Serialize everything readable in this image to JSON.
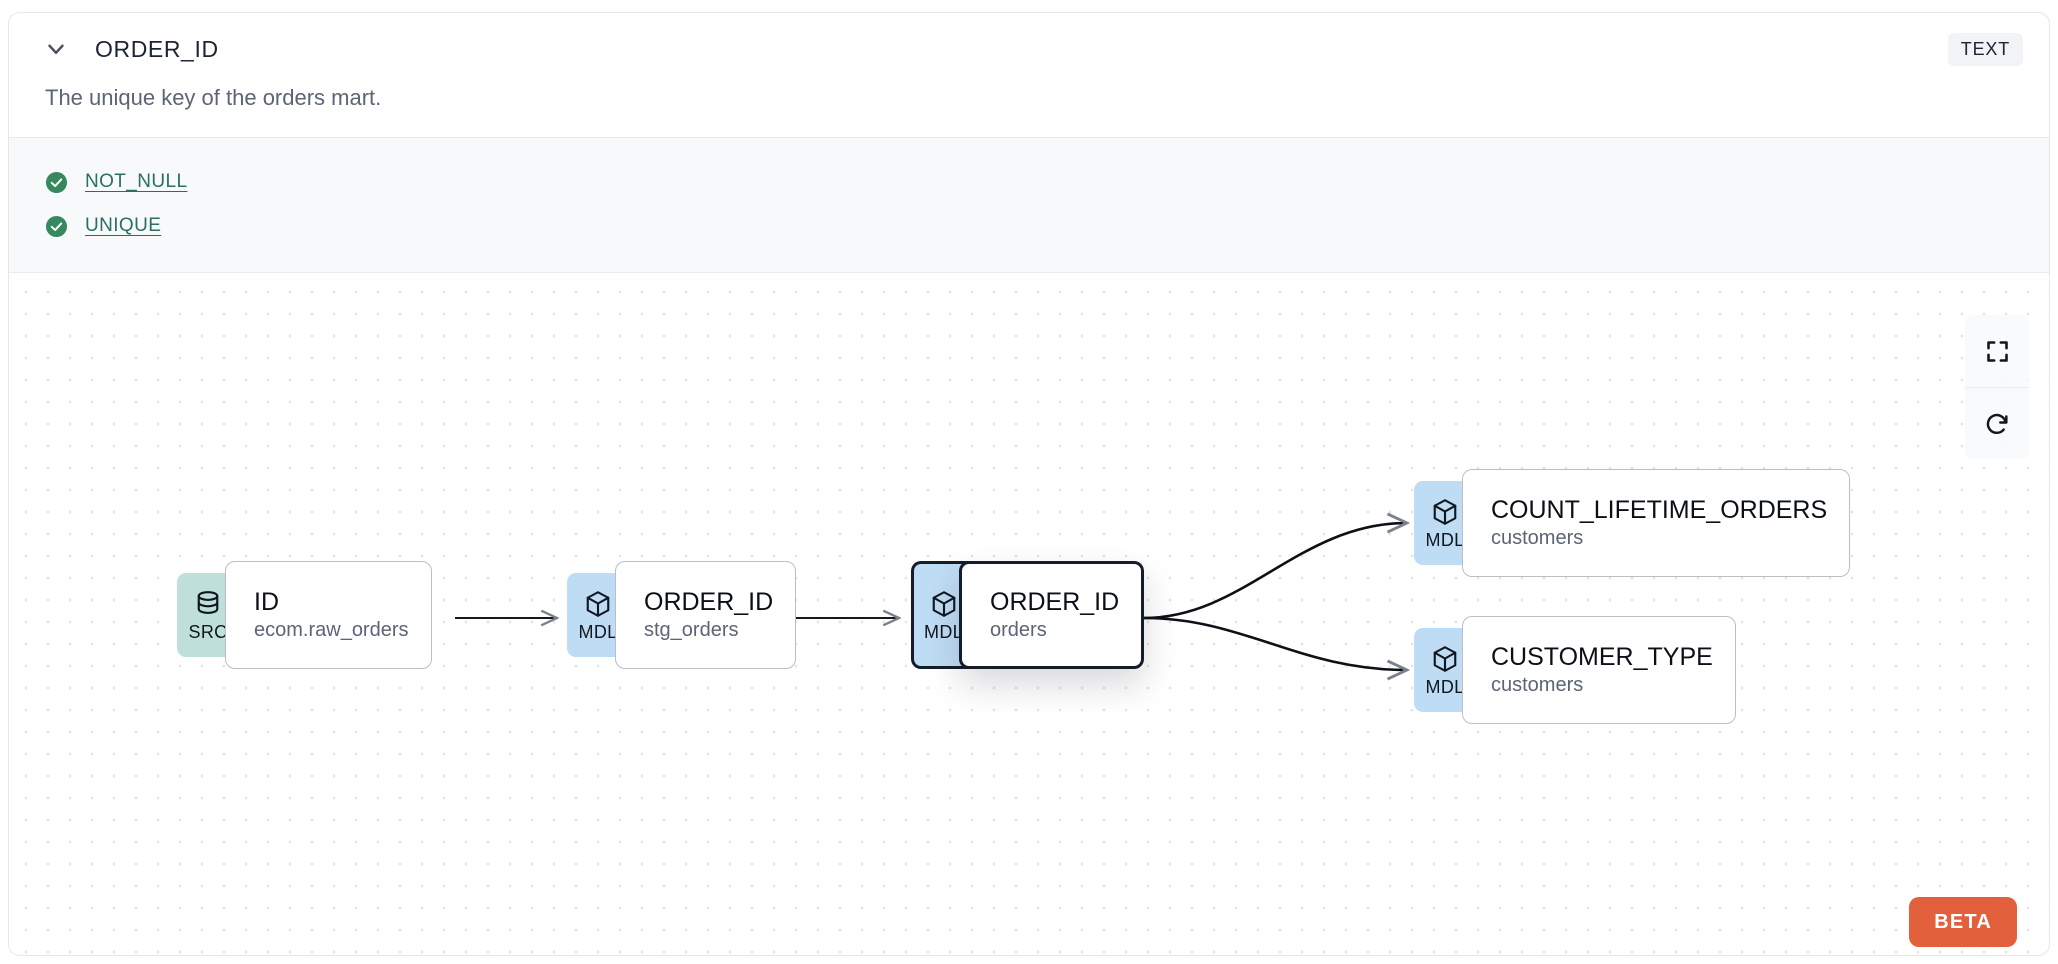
{
  "header": {
    "collapse_icon": "chevron-down-icon",
    "title": "ORDER_ID",
    "type_badge": "TEXT"
  },
  "description": "The unique key of the orders mart.",
  "tests": [
    {
      "icon": "check-circle-icon",
      "label": "NOT_NULL",
      "status": "pass"
    },
    {
      "icon": "check-circle-icon",
      "label": "UNIQUE",
      "status": "pass"
    }
  ],
  "lineage": {
    "nodes": [
      {
        "id": "src-id",
        "badge": "SRC",
        "badge_icon": "database-icon",
        "name": "ID",
        "sub": "ecom.raw_orders",
        "kind": "src",
        "selected": false
      },
      {
        "id": "stg-order-id",
        "badge": "MDL",
        "badge_icon": "cube-icon",
        "name": "ORDER_ID",
        "sub": "stg_orders",
        "kind": "mdl",
        "selected": false
      },
      {
        "id": "orders-order-id",
        "badge": "MDL",
        "badge_icon": "cube-icon",
        "name": "ORDER_ID",
        "sub": "orders",
        "kind": "mdl",
        "selected": true
      },
      {
        "id": "count-lifetime",
        "badge": "MDL",
        "badge_icon": "cube-icon",
        "name": "COUNT_LIFETIME_ORDERS",
        "sub": "customers",
        "kind": "mdl",
        "selected": false
      },
      {
        "id": "customer-type",
        "badge": "MDL",
        "badge_icon": "cube-icon",
        "name": "CUSTOMER_TYPE",
        "sub": "customers",
        "kind": "mdl",
        "selected": false
      }
    ],
    "edges": [
      {
        "from": "src-id",
        "to": "stg-order-id"
      },
      {
        "from": "stg-order-id",
        "to": "orders-order-id"
      },
      {
        "from": "orders-order-id",
        "to": "count-lifetime"
      },
      {
        "from": "orders-order-id",
        "to": "customer-type"
      }
    ],
    "controls": [
      {
        "name": "fit-view-button",
        "icon": "fullscreen-icon"
      },
      {
        "name": "refresh-button",
        "icon": "refresh-icon"
      }
    ],
    "beta_label": "BETA"
  },
  "colors": {
    "src_badge": "#bfe0da",
    "mdl_badge": "#bfdcf5",
    "test_pass": "#36895f",
    "test_link": "#2c6e63",
    "beta": "#e2613c",
    "selected_border": "#151c2b"
  }
}
